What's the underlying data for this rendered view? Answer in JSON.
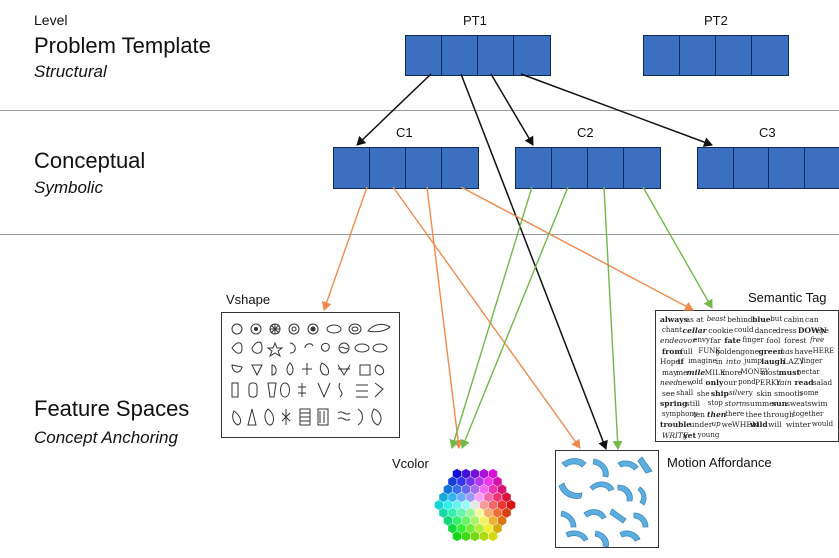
{
  "levels": {
    "header": "Level",
    "structural": {
      "title": "Problem Template",
      "subtitle": "Structural"
    },
    "conceptual": {
      "title": "Conceptual",
      "subtitle": "Symbolic"
    },
    "feature": {
      "title": "Feature Spaces",
      "subtitle": "Concept Anchoring"
    }
  },
  "nodes": {
    "pt1": "PT1",
    "pt2": "PT2",
    "c1": "C1",
    "c2": "C2",
    "c3": "C3"
  },
  "feature_spaces": {
    "vshape": "Vshape",
    "semantic_tag": "Semantic Tag",
    "vcolor": "Vcolor",
    "motion_affordance": "Motion Affordance"
  },
  "tag_words": [
    "always",
    "as",
    "at",
    "beast",
    "behind",
    "blue",
    "but",
    "cabin",
    "can",
    "chant",
    "cellar",
    "cookie",
    "could",
    "dance",
    "dress",
    "DOWN",
    "eye",
    "endeavor",
    "envy",
    "far",
    "fate",
    "finger",
    "fool",
    "forest",
    "free",
    "from",
    "full",
    "FUNK",
    "golden",
    "gone",
    "green",
    "has",
    "have",
    "HERE",
    "Hope",
    "if",
    "imagine",
    "in",
    "into",
    "jump",
    "laugh",
    "LAZY",
    "linger",
    "may",
    "me",
    "mile",
    "MILK",
    "more",
    "MONEY",
    "most",
    "must",
    "nectar",
    "need",
    "new",
    "old",
    "only",
    "our",
    "pond",
    "PERKY",
    "rain",
    "read",
    "salad",
    "see",
    "shall",
    "she",
    "ship",
    "silvery",
    "skin",
    "smooth",
    "some",
    "spring",
    "still",
    "stop",
    "storm",
    "summer",
    "sun",
    "sweat",
    "swim",
    "symphony",
    "ten",
    "then",
    "there",
    "thee",
    "through",
    "together",
    "trouble",
    "under",
    "up",
    "we",
    "WHEN",
    "wild",
    "will",
    "winter",
    "would",
    "WRITE",
    "yet",
    "young"
  ],
  "colors": {
    "block_fill": "#3b6fc0",
    "block_border": "#0f2a55",
    "arrow_black": "#111111",
    "arrow_orange": "#f08a4b",
    "arrow_green": "#72b84a",
    "separator": "#9a9a9a"
  }
}
